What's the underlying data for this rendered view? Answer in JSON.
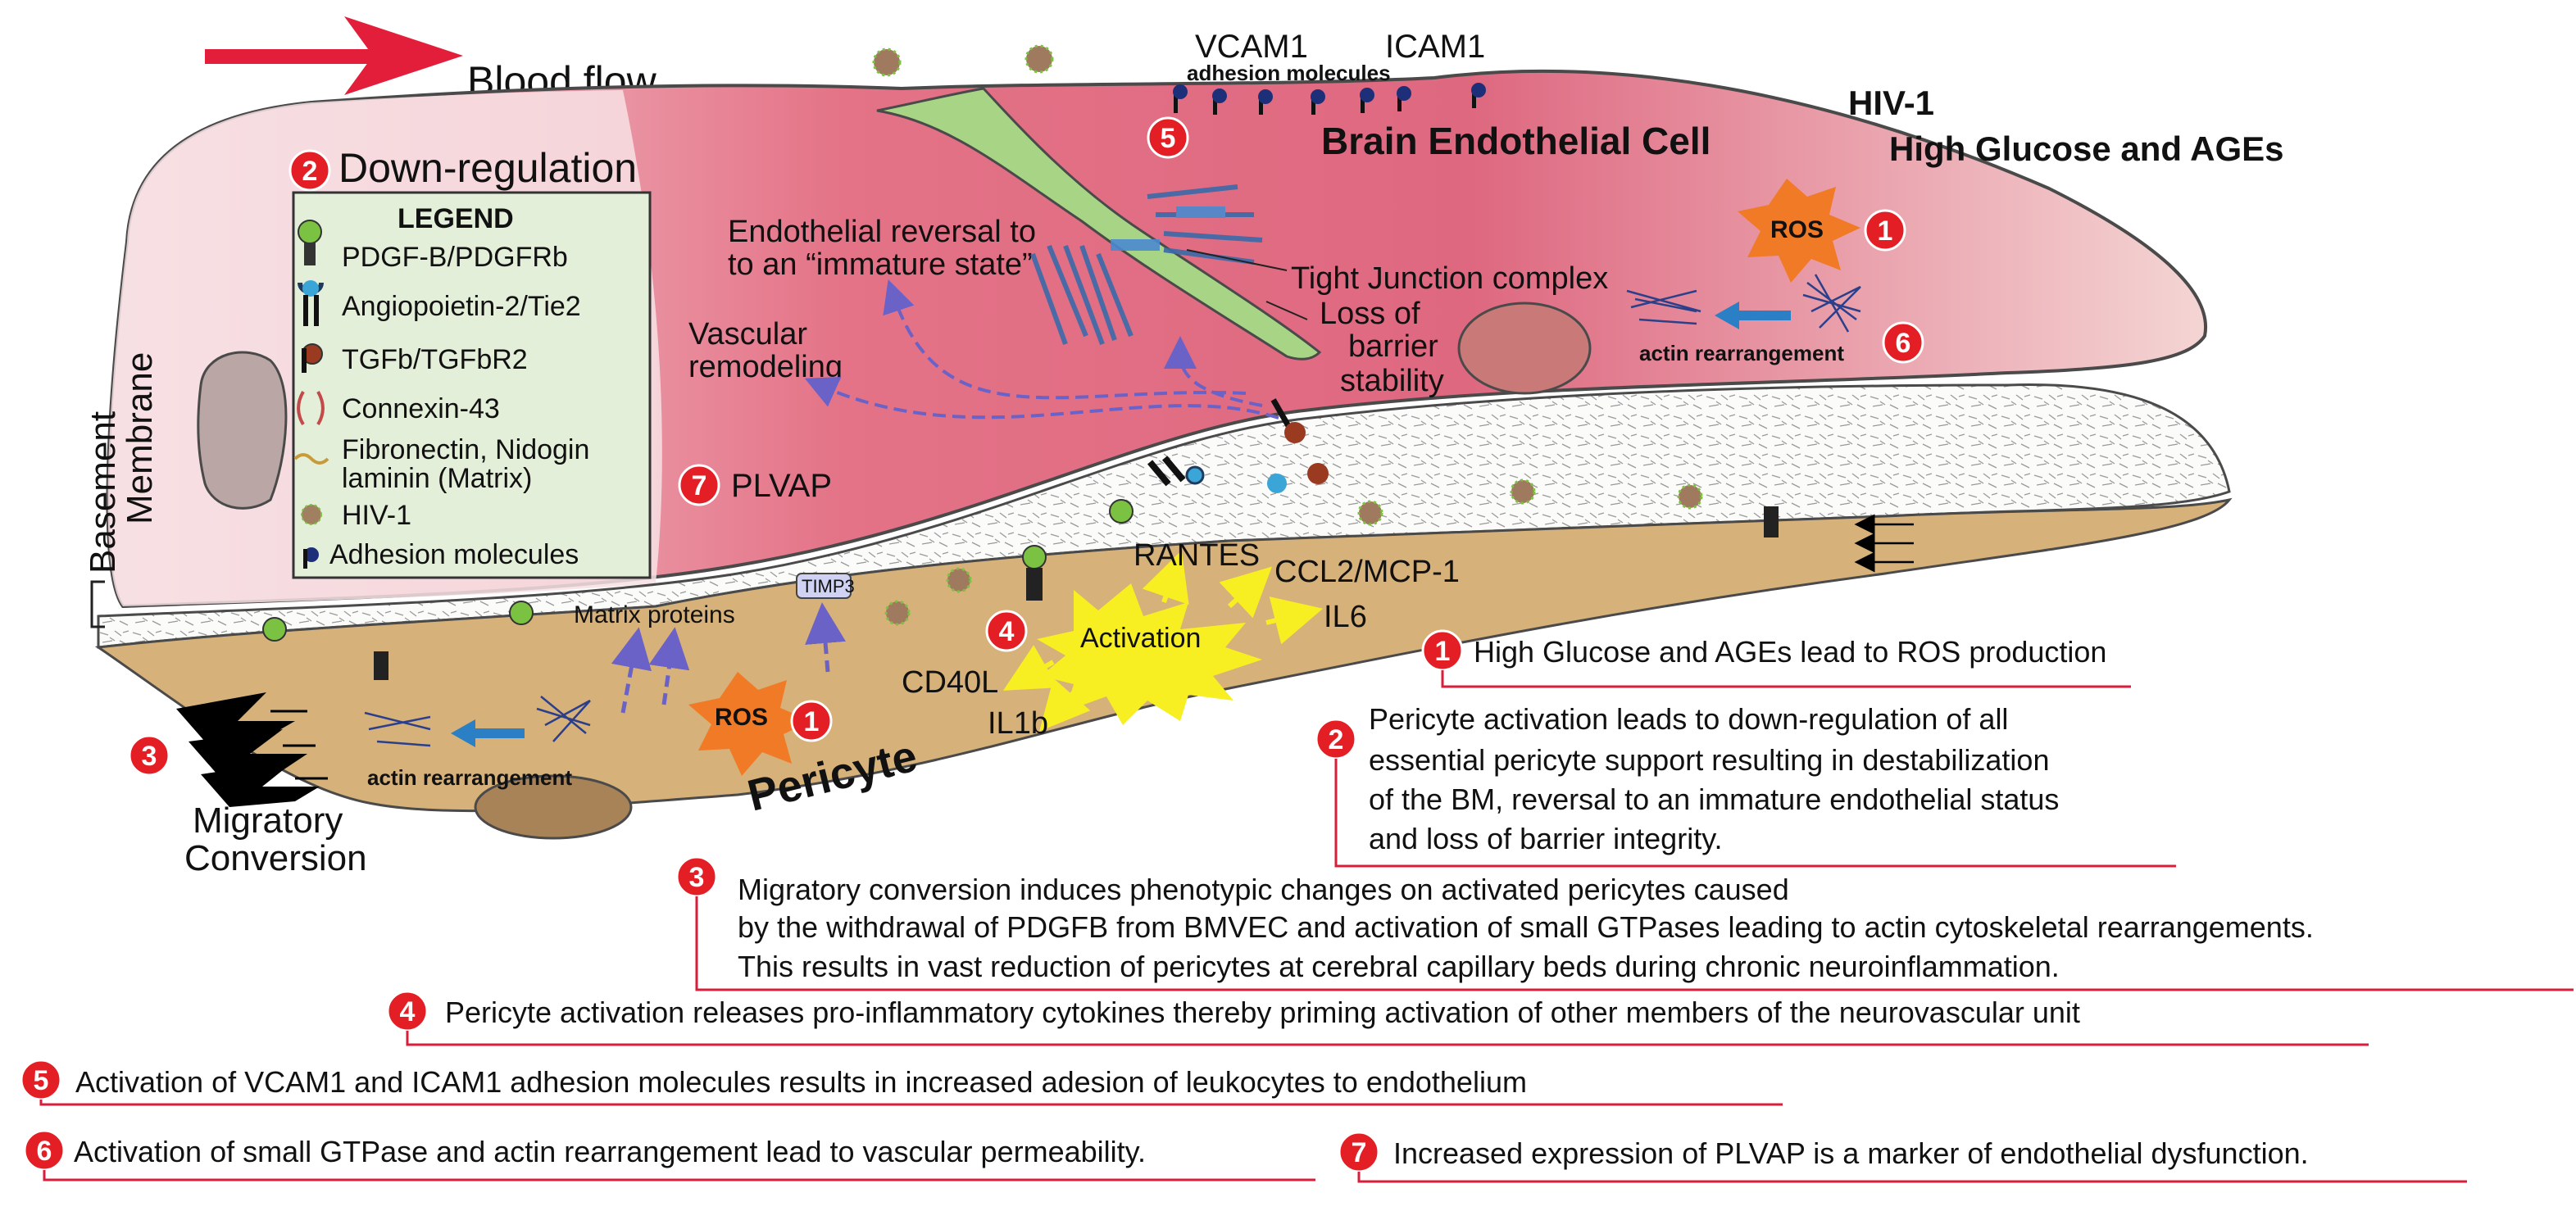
{
  "colors": {
    "badge_red": "#e31e24",
    "endothelium_pink": "#e06b82",
    "basement_membrane": "#ffffff",
    "pericyte_tan": "#d4b07a",
    "legend_bg": "#e3efd8",
    "leader_line_red": "#d81e3a",
    "arrow_purple": "#6b62c8",
    "arrow_blue": "#2a7fc5",
    "ros_orange": "#f07a25",
    "activation_yellow": "#f7ef22",
    "tight_junction_green": "#9fd07a"
  },
  "icons": [
    "blood-flow-arrow-icon",
    "ros-star-icon",
    "actin-filament-icon",
    "hiv-virion-icon",
    "pdgfb-receptor-icon",
    "angiopoietin-tie2-icon",
    "tgfb-receptor-icon",
    "connexin-43-icon",
    "fibronectin-matrix-icon",
    "adhesion-molecule-icon",
    "migratory-arrows-icon",
    "activation-burst-icon"
  ],
  "header": {
    "blood_flow": "Blood flow",
    "brain_endothelial_cell": "Brain Endothelial Cell",
    "hiv1": "HIV-1",
    "high_glucose_ages": "High Glucose and AGEs",
    "vcam1": "VCAM1",
    "icam1": "ICAM1",
    "adhesion_molecules": "adhesion molecules"
  },
  "diagram": {
    "down_regulation": "Down-regulation",
    "endothelial_reversal_1": "Endothelial reversal to",
    "endothelial_reversal_2": "to an “immature state”",
    "vascular_remodeling_1": "Vascular",
    "vascular_remodeling_2": "remodeling",
    "tight_junction": "Tight Junction complex",
    "loss_barrier_1": "Loss of",
    "loss_barrier_2": "barrier",
    "loss_barrier_3": "stability",
    "ros": "ROS",
    "actin_rearrangement": "actin rearrangement",
    "basement_1": "Basement",
    "basement_2": "Membrane",
    "plvap": "PLVAP",
    "rantes": "RANTES",
    "ccl2": "CCL2/MCP-1",
    "il6": "IL6",
    "activation": "Activation",
    "cd40l": "CD40L",
    "il1b": "IL1b",
    "timp3": "TIMP3",
    "matrix_proteins": "Matrix proteins",
    "pericyte": "Pericyte",
    "migratory_1": "Migratory",
    "migratory_2": "Conversion"
  },
  "legend": {
    "title": "LEGEND",
    "items": [
      "PDGF-B/PDGFRb",
      "Angiopoietin-2/Tie2",
      "TGFb/TGFbR2",
      "Connexin-43",
      "Fibronectin, Nidogin",
      "laminin (Matrix)",
      "HIV-1",
      "Adhesion molecules"
    ]
  },
  "badges": [
    "1",
    "2",
    "3",
    "4",
    "5",
    "6",
    "7"
  ],
  "notes": {
    "n1": "High Glucose and AGEs lead to ROS production",
    "n2": [
      "Pericyte activation leads to down-regulation of all",
      "essential pericyte support resulting in destabilization",
      "of the BM, reversal to an immature endothelial status",
      "and loss of barrier integrity."
    ],
    "n3": [
      "Migratory conversion induces phenotypic changes on activated pericytes caused",
      "by the withdrawal of PDGFB from BMVEC and activation of small GTPases leading to actin cytoskeletal rearrangements.",
      "This results in vast reduction of pericytes at cerebral capillary beds during chronic neuroinflammation."
    ],
    "n4": "Pericyte activation releases pro-inflammatory cytokines thereby priming activation of other members of the neurovascular unit",
    "n5": "Activation of VCAM1 and ICAM1 adhesion molecules results in increased adesion of leukocytes to endothelium",
    "n6": "Activation of small GTPase and actin rearrangement lead to vascular permeability.",
    "n7": "Increased expression of PLVAP is a marker of endothelial dysfunction."
  }
}
